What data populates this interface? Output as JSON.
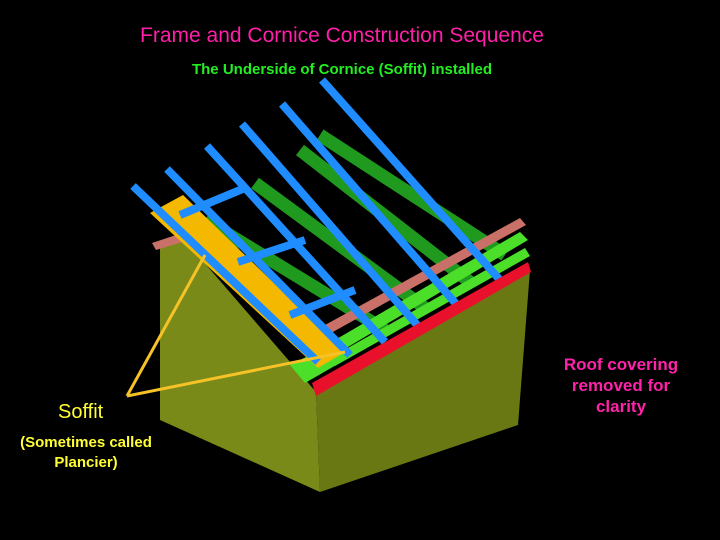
{
  "title": "Frame and Cornice Construction Sequence",
  "subtitle": "The Underside of Cornice (Soffit) installed",
  "labels": {
    "soffit": "Soffit",
    "plancier_line1": "(Sometimes called",
    "plancier_line2": "Plancier)",
    "note_line1": "Roof covering",
    "note_line2": "removed for",
    "note_line3": "clarity"
  },
  "colors": {
    "background": "#000000",
    "title": "#ff1fa8",
    "subtitle": "#22ee22",
    "wall": "#7a8a18",
    "soffit": "#f5b800",
    "rafter": "#1f8cff",
    "fascia": "#e8102a",
    "top_plate": "#c97068",
    "ceiling_joist": "#1f9a1f",
    "callout": "#f7c227"
  }
}
